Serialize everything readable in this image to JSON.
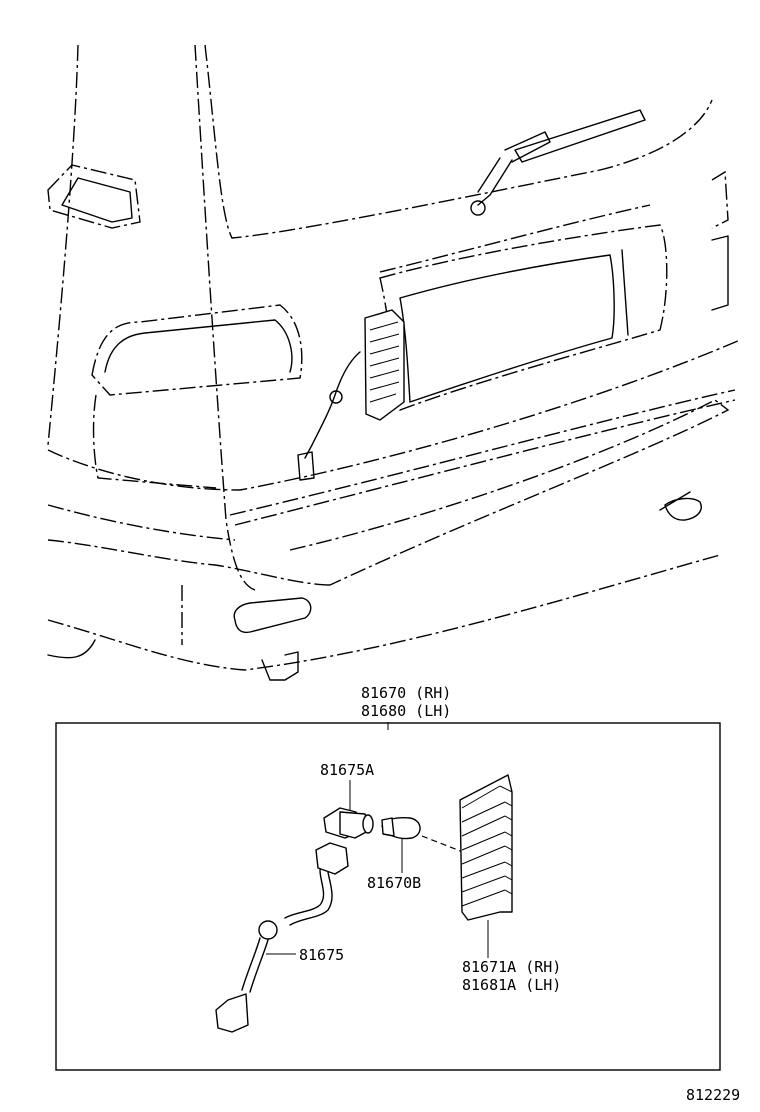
{
  "labels": {
    "assembly": [
      "81670 (RH)",
      "81680 (LH)"
    ],
    "socket": "81675A",
    "bulb": "81670B",
    "wire": "81675",
    "lens": [
      "81671A (RH)",
      "81681A (LH)"
    ],
    "drawing_number": "812229"
  }
}
